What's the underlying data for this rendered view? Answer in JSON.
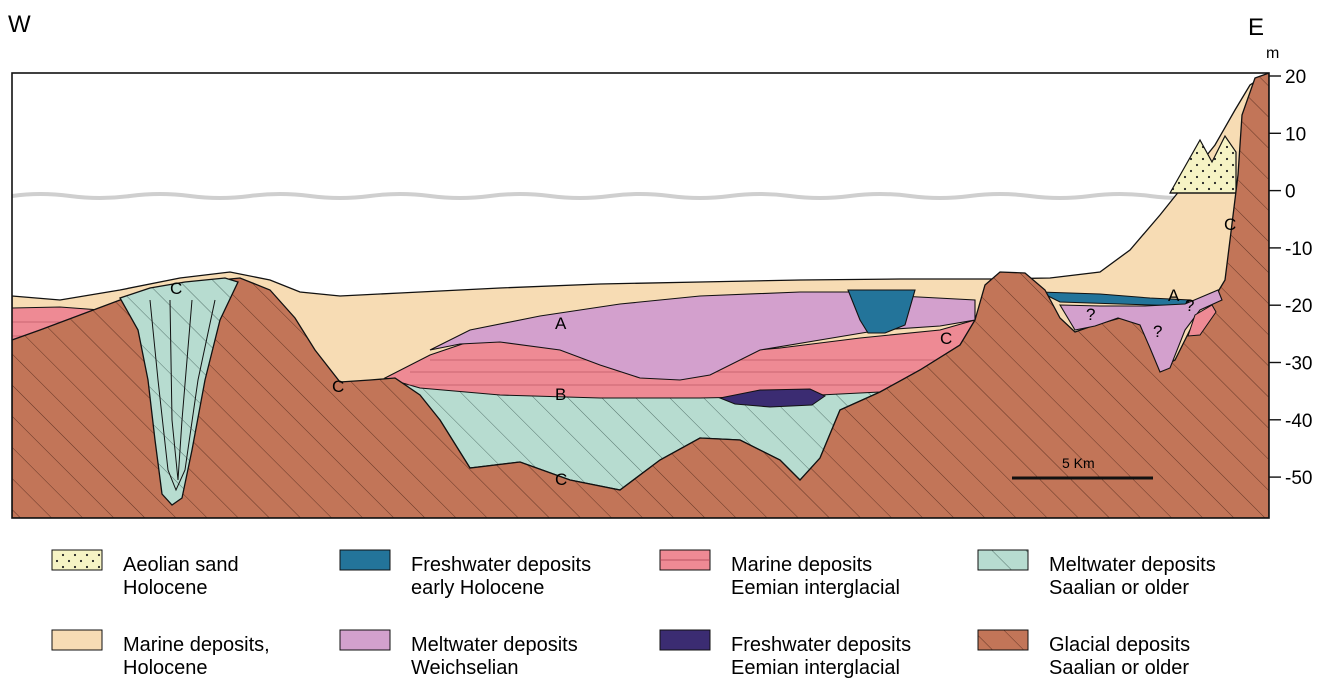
{
  "directions": {
    "west": "W",
    "east": "E"
  },
  "axis": {
    "unit": "m",
    "ticks": [
      "20",
      "10",
      "0",
      "-10",
      "-20",
      "-30",
      "-40",
      "-50"
    ]
  },
  "scale_bar": {
    "label": "5 Km"
  },
  "point_labels": {
    "C_top": "C",
    "C_left": "C",
    "C_bottom": "C",
    "C_mid": "C",
    "C_right": "C",
    "A_center": "A",
    "A_right": "A",
    "B_center": "B",
    "q1": "?",
    "q2": "?",
    "q3": "?"
  },
  "legend": [
    {
      "line1": "Aeolian sand",
      "line2": "Holocene",
      "pattern": "aeolian"
    },
    {
      "line1": "Freshwater deposits",
      "line2": "early Holocene",
      "pattern": "fresh-holocene"
    },
    {
      "line1": "Marine deposits",
      "line2": "Eemian interglacial",
      "pattern": "marine-eemian"
    },
    {
      "line1": "Meltwater deposits",
      "line2": "Saalian or older",
      "pattern": "meltwater-saalian"
    },
    {
      "line1": "Marine deposits,",
      "line2": "Holocene",
      "pattern": "marine-holocene"
    },
    {
      "line1": "Meltwater deposits",
      "line2": "Weichselian",
      "pattern": "meltwater-weichselian"
    },
    {
      "line1": "Freshwater deposits",
      "line2": "Eemian interglacial",
      "pattern": "fresh-eemian"
    },
    {
      "line1": "Glacial deposits",
      "line2": "Saalian or older",
      "pattern": "glacial"
    }
  ],
  "colors": {
    "aeolian": "#f6f3c4",
    "marine_holocene": "#f7dcb4",
    "fresh_holocene": "#23749a",
    "marine_eemian": "#ee8a94",
    "meltwater_weichselian": "#d3a0cd",
    "fresh_eemian": "#3b2c72",
    "meltwater_saalian": "#b7dcd0",
    "glacial": "#c27558",
    "sea_line": "#cfcfcf"
  }
}
